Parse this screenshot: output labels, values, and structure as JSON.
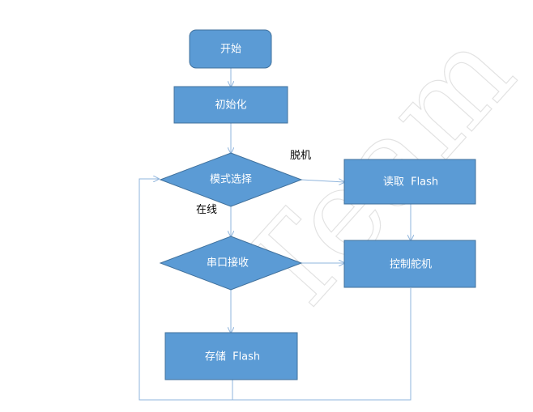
{
  "colors": {
    "node_fill": "#5b9bd5",
    "node_stroke": "#41719c",
    "edge": "#8fb4dc",
    "label_text": "#000000"
  },
  "nodes": {
    "start": "开始",
    "init": "初始化",
    "mode_select": "模式选择",
    "read_flash": "读取  Flash",
    "serial_receive": "串口接收",
    "control_servo": "控制舵机",
    "store_flash": "存储  Flash"
  },
  "edge_labels": {
    "offline": "脱机",
    "online": "在线"
  },
  "watermark": "Team"
}
